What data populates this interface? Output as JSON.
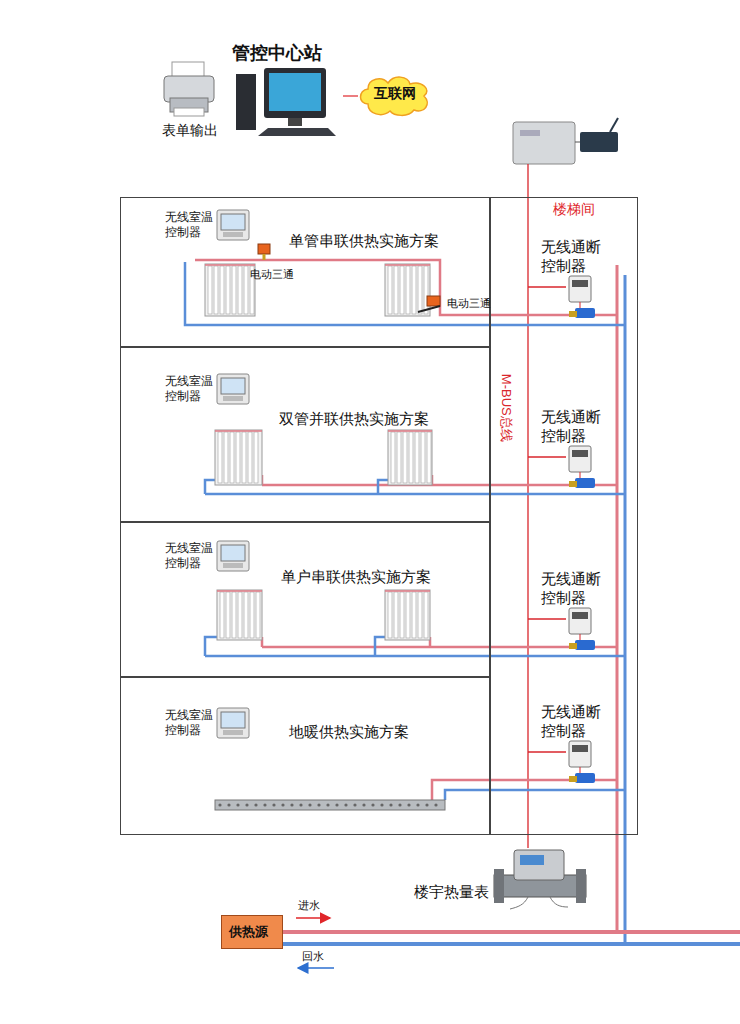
{
  "diagram": {
    "nodes": [
      {
        "text": [
          "表单输出"
        ]
      },
      {
        "text": [
          "管控中心站"
        ]
      },
      {
        "text": [
          "互联网"
        ]
      },
      {
        "text": [
          "单管串联供热实施方案"
        ]
      },
      {
        "text": [
          "无线室温控制器"
        ],
        "in": 3
      },
      {
        "text": [
          "双管并联供热实施方案"
        ]
      },
      {
        "text": [
          "无线室温控制器"
        ],
        "in": 5
      },
      {
        "text": [
          "单户串联供热实施方案"
        ]
      },
      {
        "text": [
          "无线室温控制器"
        ],
        "in": 7
      },
      {
        "text": [
          "地暖供热实施方案"
        ]
      },
      {
        "text": [
          "无线室温控制器"
        ],
        "in": 9
      },
      {
        "text": [
          "楼梯间"
        ]
      },
      {
        "text": [
          "无线通断控制器"
        ],
        "in": 11
      },
      {
        "text": [
          "无线通断控制器"
        ],
        "in": 11
      },
      {
        "text": [
          "无线通断控制器"
        ],
        "in": 11
      },
      {
        "text": [
          "无线通断控制器"
        ],
        "in": 11
      },
      {
        "text": [
          "楼宇热量表"
        ]
      },
      {
        "text": [
          "供热源"
        ]
      }
    ],
    "edges": [
      {
        "from": 0,
        "to": 1,
        "arrow": "none"
      },
      {
        "from": 1,
        "to": 2,
        "arrow": "none"
      }
    ],
    "labels": [
      "电动三通",
      "电动三通",
      "M-BUS总线",
      "进水",
      "回水"
    ]
  }
}
